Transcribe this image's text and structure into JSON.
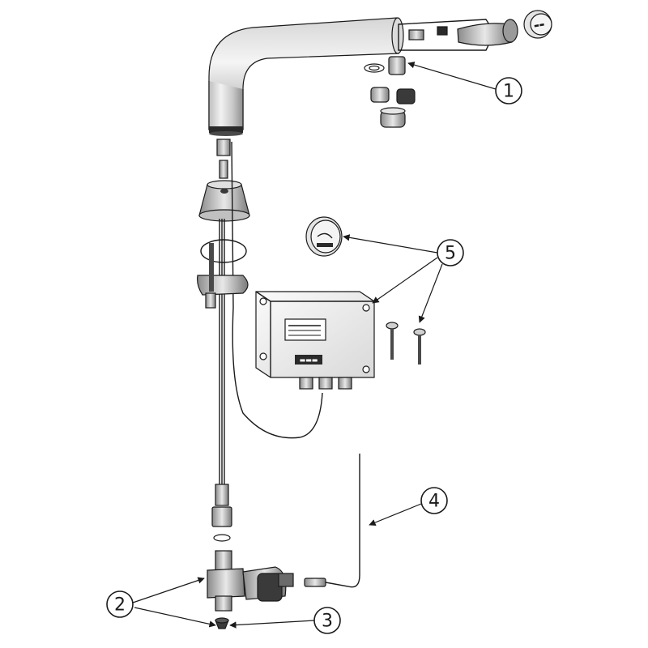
{
  "callouts": [
    {
      "id": "1",
      "label": "1"
    },
    {
      "id": "2",
      "label": "2"
    },
    {
      "id": "3",
      "label": "3"
    },
    {
      "id": "4",
      "label": "4"
    },
    {
      "id": "5",
      "label": "5"
    }
  ],
  "colors": {
    "line": "#1a1a1a",
    "metal_dark": "#5a5a5a",
    "metal_mid": "#9a9a9a",
    "metal_light": "#d8d8d8",
    "background": "#ffffff"
  }
}
